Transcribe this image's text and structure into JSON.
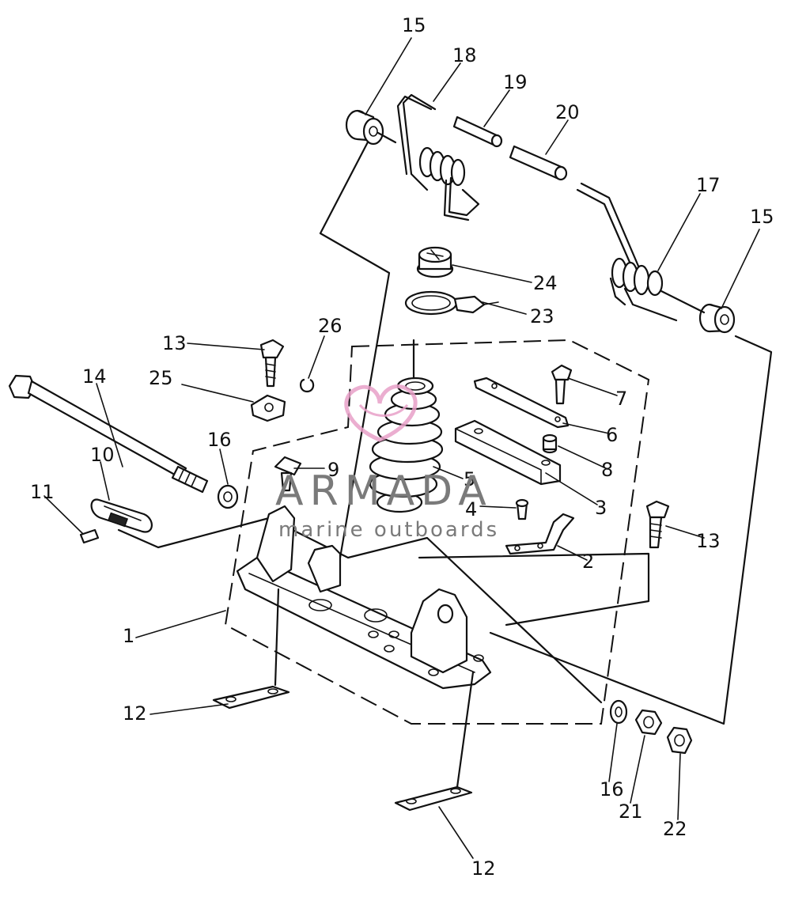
{
  "diagram": {
    "callouts": [
      "1",
      "2",
      "3",
      "4",
      "5",
      "6",
      "7",
      "8",
      "9",
      "10",
      "11",
      "12",
      "12",
      "13",
      "13",
      "14",
      "15",
      "15",
      "16",
      "16",
      "17",
      "18",
      "19",
      "20",
      "21",
      "22",
      "23",
      "24",
      "25",
      "26"
    ]
  },
  "watermark": {
    "brand": "ARMADA",
    "tagline": "marine outboards",
    "color": "#e8a0c8"
  }
}
